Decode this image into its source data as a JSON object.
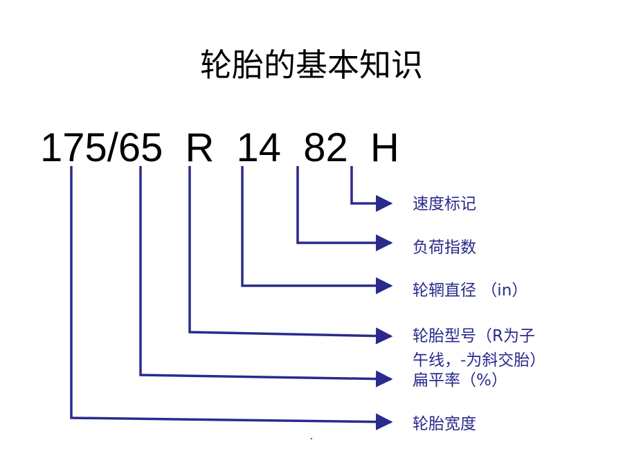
{
  "title": "轮胎的基本知识",
  "tire_code": {
    "width_ratio": "175/65",
    "type": "R",
    "rim": "14",
    "load": "82",
    "speed": "H"
  },
  "labels": {
    "speed": "速度标记",
    "load": "负荷指数",
    "rim": "轮辋直径 （in）",
    "type_line1": "轮胎型号（R为子",
    "type_line2": "午线，-为斜交胎）",
    "ratio": "扁平率（%）",
    "width": "轮胎宽度"
  },
  "colors": {
    "line": "#2a2a8c",
    "label": "#2a2a8c"
  }
}
